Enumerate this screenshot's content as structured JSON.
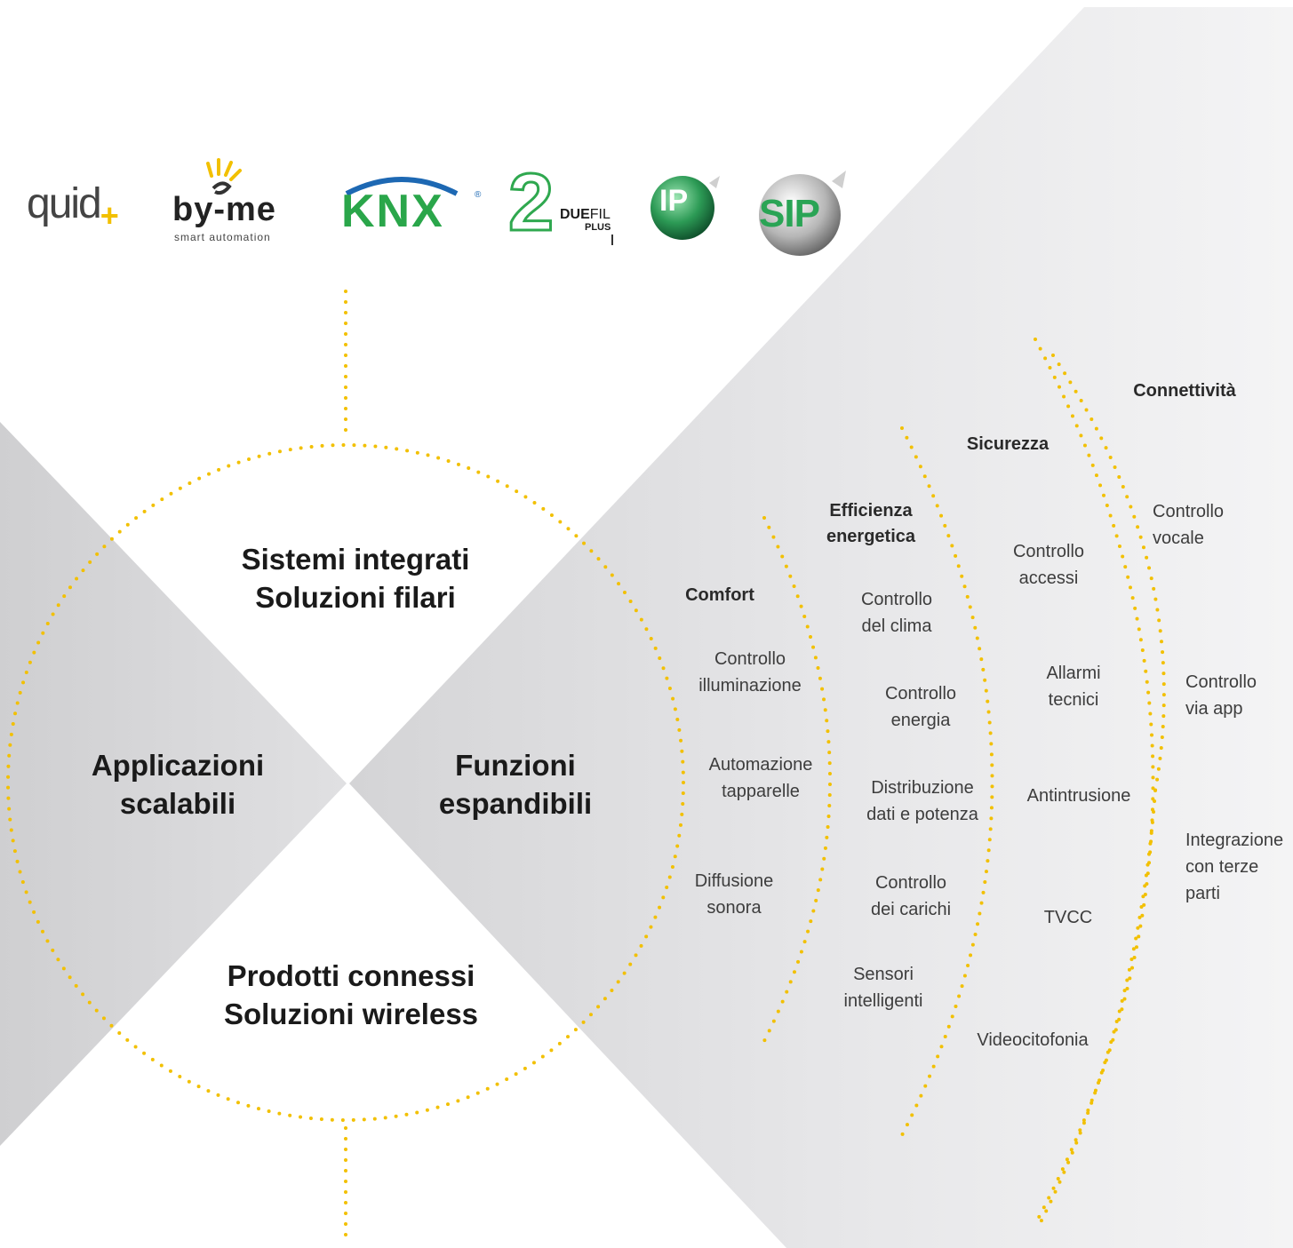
{
  "logos": {
    "quid": {
      "text": "quid",
      "plus": "+"
    },
    "byme": {
      "text": "by-me",
      "sub": "smart automation"
    },
    "knx": {
      "text": "KNX",
      "reg": "®"
    },
    "duefil": {
      "numeral": "2",
      "word1": "DUE",
      "word2": "FIL",
      "word3": "PLUS"
    },
    "ip": {
      "text": "IP"
    },
    "sip": {
      "text": "SIP"
    }
  },
  "circle": {
    "top": [
      "Sistemi integrati",
      "Soluzioni filari"
    ],
    "left": [
      "Applicazioni",
      "scalabili"
    ],
    "right": [
      "Funzioni",
      "espandibili"
    ],
    "bottom": [
      "Prodotti connessi",
      "Soluzioni wireless"
    ]
  },
  "columns": {
    "comfort": {
      "title": "Comfort",
      "items": [
        [
          "Controllo",
          "illuminazione"
        ],
        [
          "Automazione",
          "tapparelle"
        ],
        [
          "Diffusione",
          "sonora"
        ]
      ]
    },
    "efficienza": {
      "title": [
        "Efficienza",
        "energetica"
      ],
      "items": [
        [
          "Controllo",
          "del clima"
        ],
        [
          "Controllo",
          "energia"
        ],
        [
          "Distribuzione",
          "dati e potenza"
        ],
        [
          "Controllo",
          "dei carichi"
        ],
        [
          "Sensori",
          "intelligenti"
        ]
      ]
    },
    "sicurezza": {
      "title": "Sicurezza",
      "items": [
        [
          "Controllo",
          "accessi"
        ],
        [
          "Allarmi",
          "tecnici"
        ],
        [
          "Antintrusione"
        ],
        [
          "TVCC"
        ],
        [
          "Videocitofonia"
        ]
      ]
    },
    "connettivita": {
      "title": "Connettività",
      "items": [
        [
          "Controllo",
          "vocale"
        ],
        [
          "Controllo",
          "via app"
        ],
        [
          "Integrazione",
          "con terze",
          "parti"
        ]
      ]
    }
  },
  "colors": {
    "accent_dots": "#f2c000",
    "panel_gray": "#e2e2e4",
    "left_gray": "#d6d6d8",
    "knx_green": "#2aa64a",
    "knx_blue": "#1d68b3",
    "duefil_green": "#2fa84f",
    "ip_green": "#2aa455"
  }
}
